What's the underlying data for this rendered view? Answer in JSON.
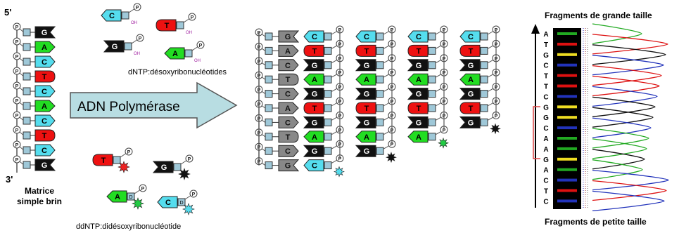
{
  "template": {
    "end_5": "5'",
    "end_3": "3'",
    "label_line1": "Matrice",
    "label_line2": "simple brin",
    "bases": [
      "G",
      "A",
      "C",
      "T",
      "C",
      "A",
      "C",
      "T",
      "C",
      "G"
    ]
  },
  "dntp": {
    "caption": "dNTP:désoxyribonucléotides",
    "oh": "OH",
    "items": [
      "C",
      "T",
      "G",
      "A"
    ]
  },
  "ddntp": {
    "caption": "ddNTP:didésoxyribonucléotide",
    "d": "D",
    "items": [
      "T",
      "G",
      "A",
      "C"
    ]
  },
  "arrow": {
    "label": "ADN Polymérase"
  },
  "phosphate": "P",
  "synthesis": {
    "template_bases": [
      "G",
      "A",
      "C",
      "T",
      "C",
      "A",
      "C",
      "T",
      "C",
      "G"
    ],
    "fragments": [
      [
        "C",
        "T",
        "G",
        "A",
        "G",
        "T",
        "G",
        "A",
        "G",
        "C"
      ],
      [
        "C",
        "T",
        "G",
        "A",
        "G",
        "T",
        "G",
        "A",
        "G"
      ],
      [
        "C",
        "T",
        "G",
        "A",
        "G",
        "T",
        "G",
        "A"
      ],
      [
        "C",
        "T",
        "G",
        "A",
        "G",
        "T",
        "G"
      ]
    ]
  },
  "gel": {
    "title_top": "Fragments de grande taille",
    "title_bottom": "Fragments de petite taille",
    "sequence": [
      "A",
      "T",
      "G",
      "C",
      "T",
      "T",
      "C",
      "G",
      "G",
      "C",
      "A",
      "A",
      "G",
      "A",
      "C",
      "T",
      "C"
    ],
    "band_colors": [
      "green",
      "red",
      "yellow",
      "blue",
      "red",
      "red",
      "blue",
      "yellow",
      "yellow",
      "blue",
      "green",
      "green",
      "yellow",
      "green",
      "blue",
      "red",
      "blue"
    ]
  },
  "colors": {
    "A": "#22dd22",
    "T": "#ee1111",
    "G": "#111111",
    "C": "#55ddee",
    "template": "#888888",
    "sugar": "#9fc8d8",
    "arrow": "#b8dde2",
    "bracket": "#dd4444",
    "star": "#111111"
  }
}
